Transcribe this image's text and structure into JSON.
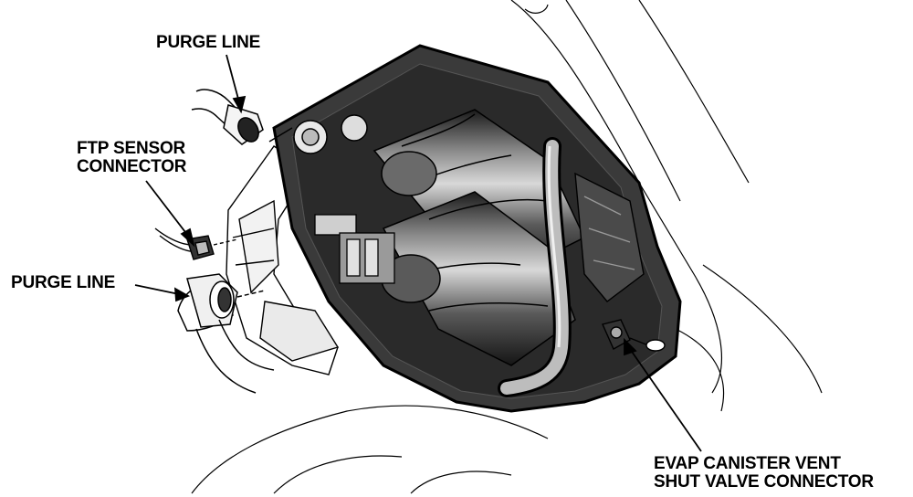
{
  "callouts": {
    "purge_line_top": "PURGE LINE",
    "ftp_sensor_line1": "FTP SENSOR",
    "ftp_sensor_line2": "CONNECTOR",
    "purge_line_left": "PURGE LINE",
    "evap_line1": "EVAP CANISTER VENT",
    "evap_line2": "SHUT VALVE CONNECTOR"
  }
}
